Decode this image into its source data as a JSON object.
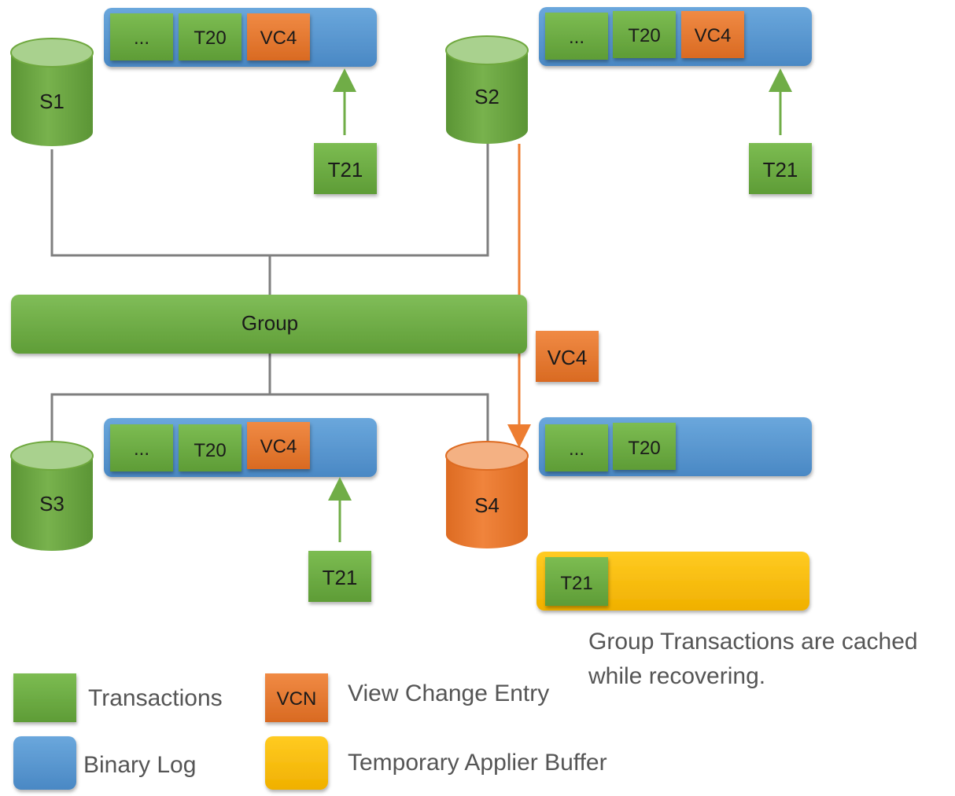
{
  "colors": {
    "transaction_green": "#70ad47",
    "server_green": "#6fa83e",
    "binlog_blue": "#5b9bd5",
    "view_change_orange": "#ed7d31",
    "buffer_yellow": "#ffc000",
    "connector_gray": "#7f7f7f",
    "arrow_green": "#70ad47",
    "arrow_orange": "#ed7d31"
  },
  "servers": {
    "s1": "S1",
    "s2": "S2",
    "s3": "S3",
    "s4": "S4"
  },
  "group": {
    "label": "Group"
  },
  "binlogs": {
    "s1": [
      "...",
      "T20",
      "VC4"
    ],
    "s2": [
      "...",
      "T20",
      "VC4"
    ],
    "s3": [
      "...",
      "T20",
      "VC4"
    ],
    "s4": [
      "...",
      "T20"
    ]
  },
  "incoming": {
    "s1": "T21",
    "s2": "T21",
    "s3": "T21"
  },
  "view_change_message": "VC4",
  "applier_buffer": {
    "entries": [
      "T21"
    ]
  },
  "note": {
    "line1": "Group Transactions are cached",
    "line2": "while recovering."
  },
  "legend": {
    "transactions": "Transactions",
    "binary_log": "Binary Log",
    "vcn_swatch": "VCN",
    "view_change_entry": "View Change Entry",
    "temporary_applier_buffer": "Temporary Applier Buffer"
  }
}
